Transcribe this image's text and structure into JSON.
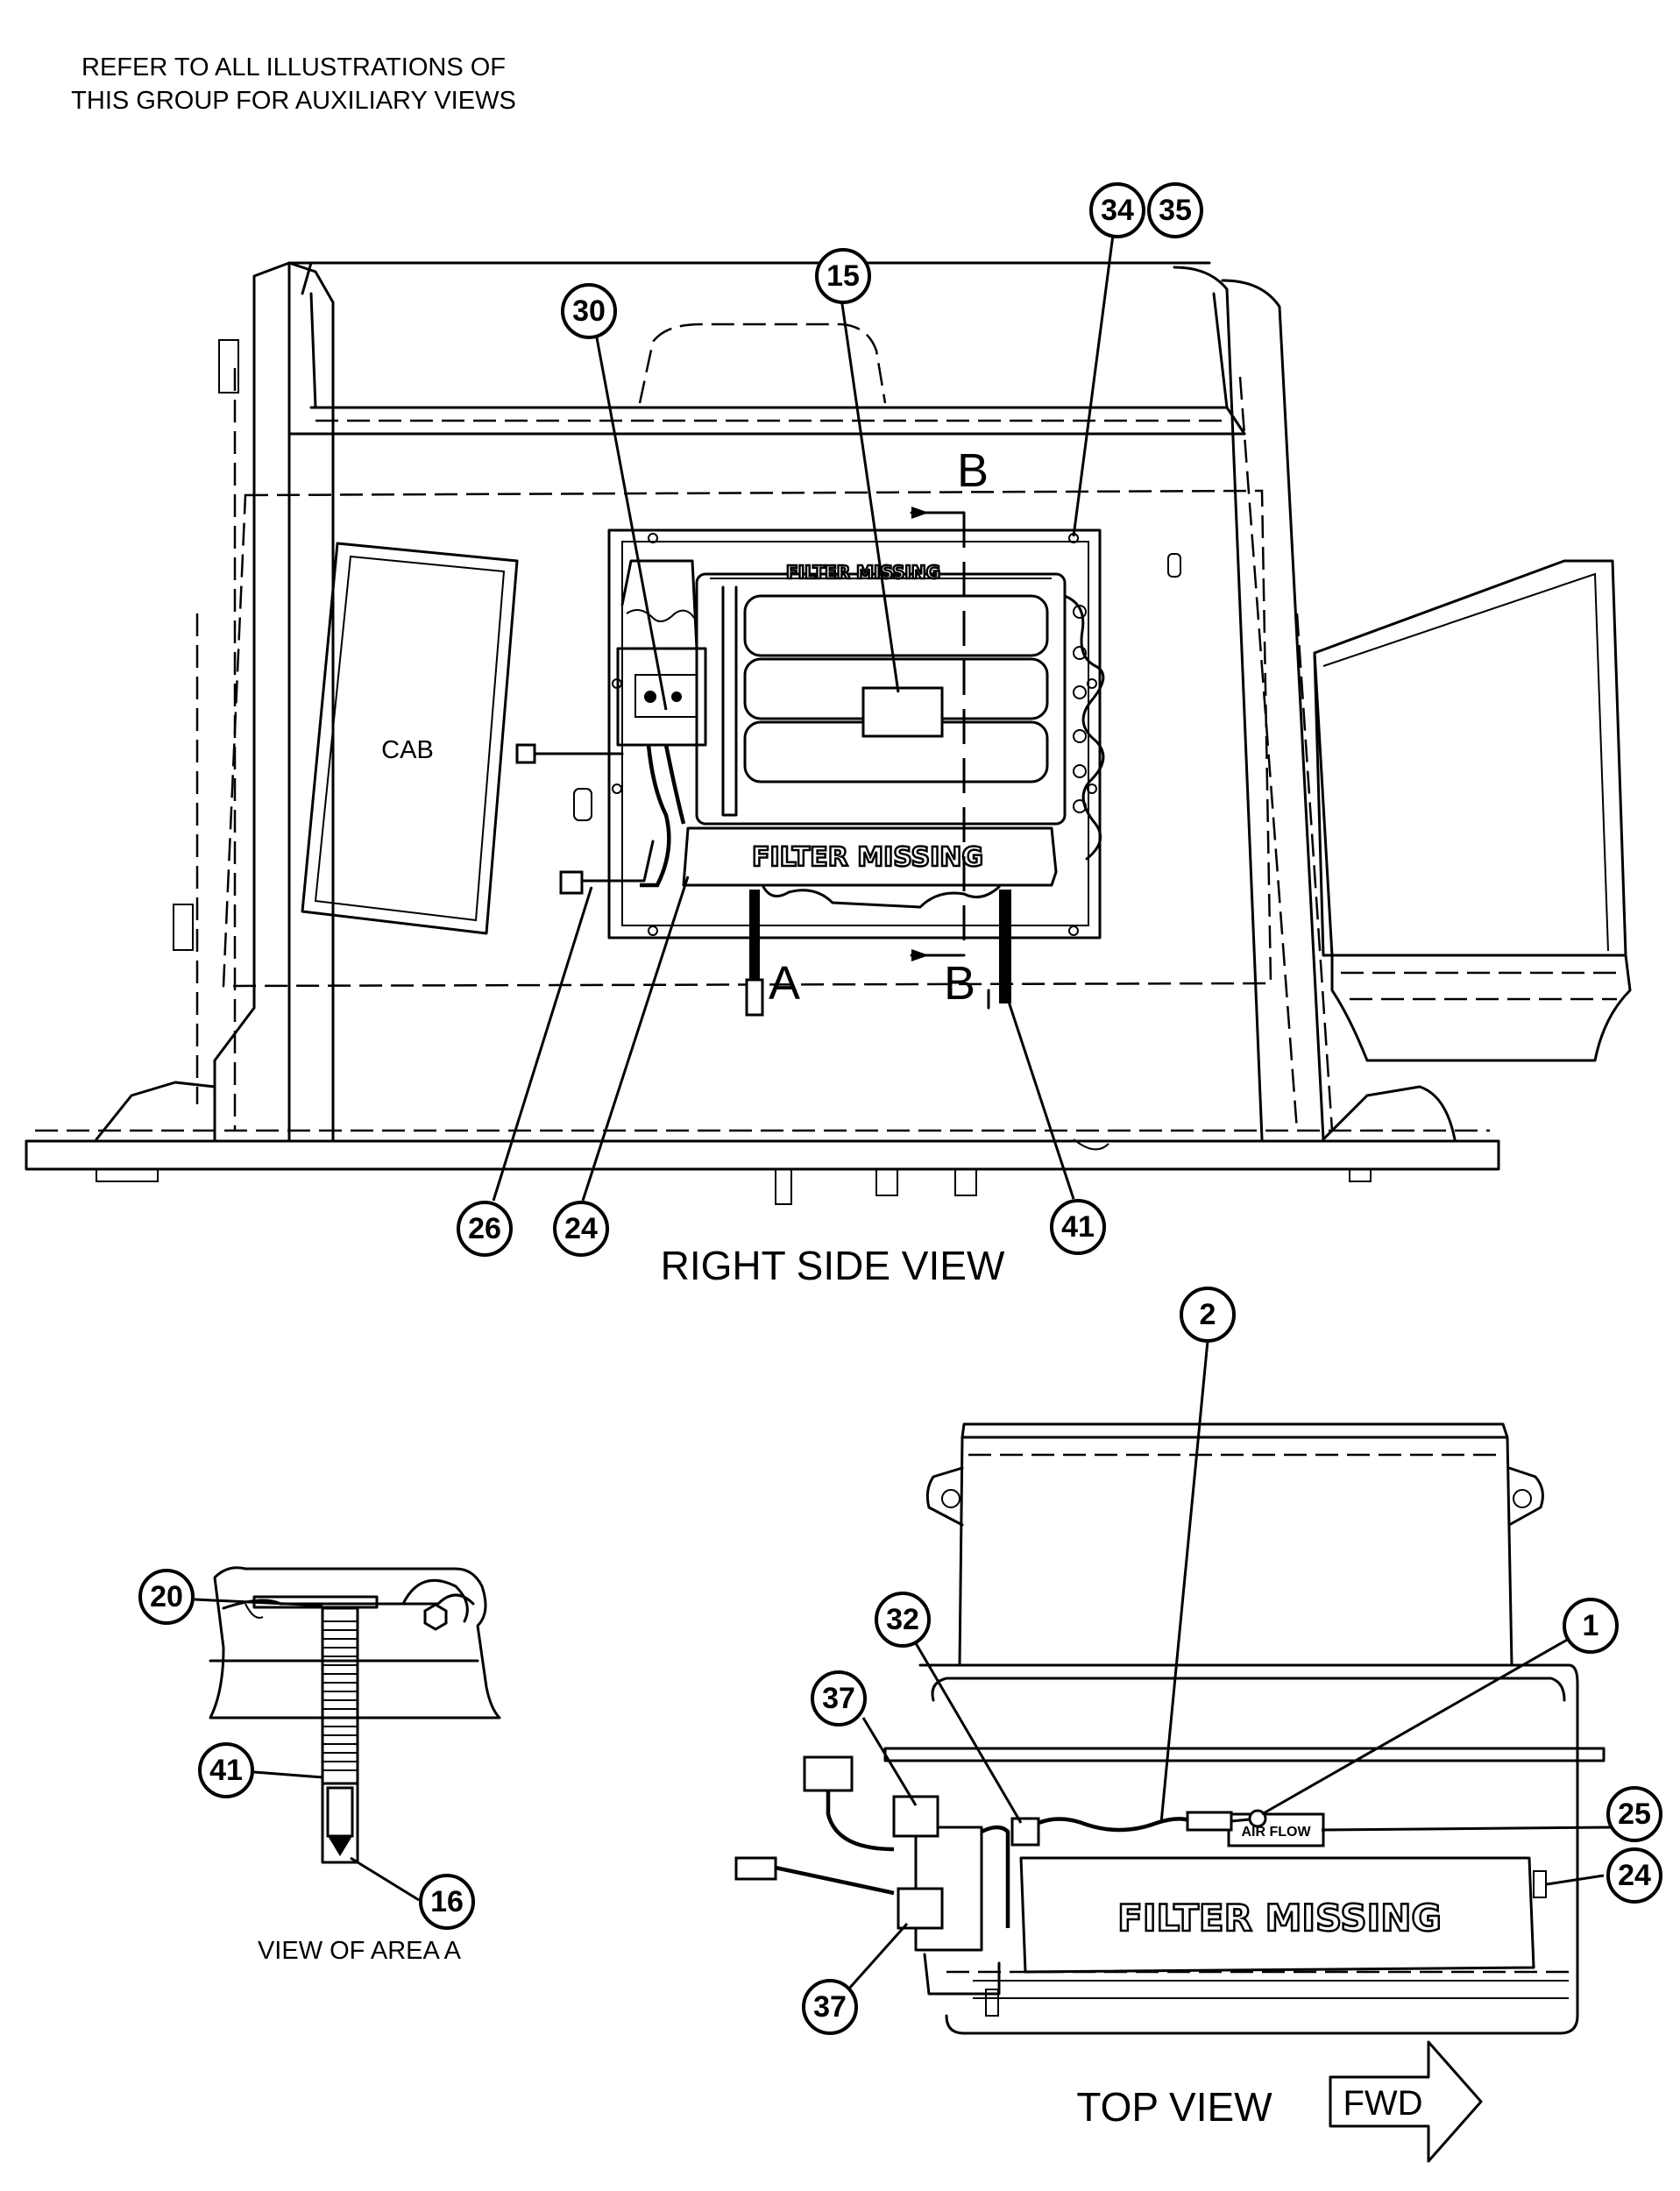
{
  "note": {
    "line1": "REFER TO ALL ILLUSTRATIONS OF",
    "line2": "THIS GROUP FOR AUXILIARY VIEWS"
  },
  "views": {
    "right_side": "RIGHT SIDE VIEW",
    "top": "TOP VIEW",
    "area_a": "VIEW OF AREA A"
  },
  "labels": {
    "cab": "CAB",
    "filter_missing": "FILTER MISSING",
    "air_flow": "AIR FLOW",
    "fwd": "FWD",
    "section_a": "A",
    "section_b": "B"
  },
  "callouts": {
    "c30": "30",
    "c15": "15",
    "c34": "34",
    "c35": "35",
    "c26": "26",
    "c24a": "24",
    "c41a": "41",
    "c2": "2",
    "c1": "1",
    "c32": "32",
    "c37a": "37",
    "c37b": "37",
    "c25": "25",
    "c24b": "24",
    "c20": "20",
    "c41b": "41",
    "c16": "16"
  }
}
